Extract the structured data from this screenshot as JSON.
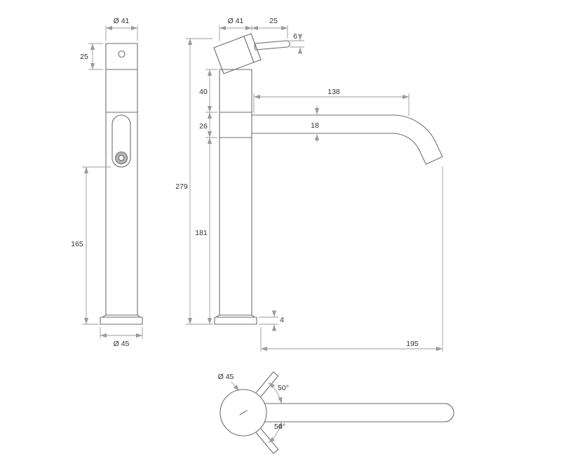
{
  "drawing": {
    "front_view": {
      "top_diameter": "Ø 41",
      "cap_height": "25",
      "body_height": "165",
      "base_diameter": "Ø 45"
    },
    "side_view": {
      "body_diameter": "Ø 41",
      "handle_projection": "25",
      "lever_diameter": "6",
      "overall_height": "279",
      "upper_section_height": "40",
      "spout_section_height": "26",
      "lower_section_height": "181",
      "spout_reach": "138",
      "spout_diameter": "18",
      "base_plate_height": "4",
      "overall_reach": "195"
    },
    "top_view": {
      "base_diameter": "Ø 45",
      "handle_swing_upper": "50°",
      "handle_swing_lower": "50°"
    }
  },
  "colors": {
    "outline": "#6e6e6e",
    "dimension_line": "#9b9b9b",
    "text": "#333333",
    "background": "#ffffff"
  }
}
